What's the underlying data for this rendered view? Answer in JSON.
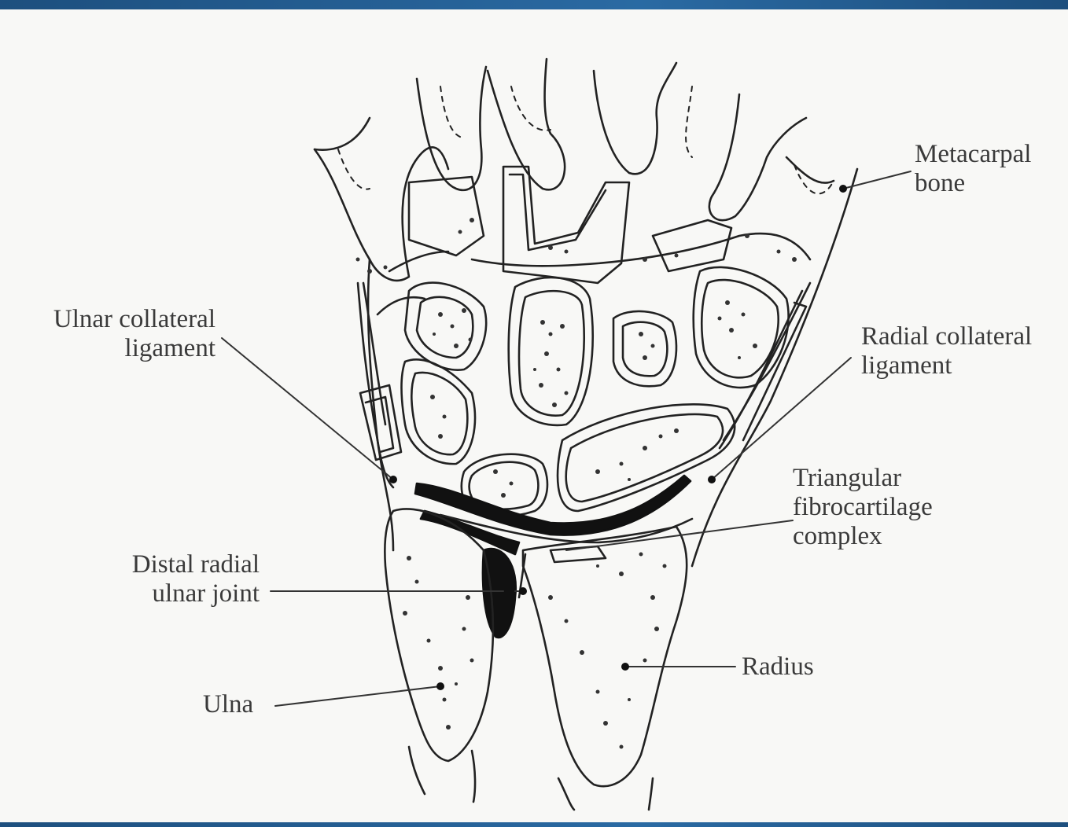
{
  "labels": {
    "metacarpal": "Metacarpal\nbone",
    "ulnar_collateral": "Ulnar collateral\nligament",
    "radial_collateral": "Radial collateral\nligament",
    "triangular": "Triangular\nfibrocartilage\ncomplex",
    "distal_radial": "Distal radial\nulnar joint",
    "radius": "Radius",
    "ulna": "Ulna"
  },
  "colors": {
    "frame_bar": "#2a6aa3",
    "ink": "#222222",
    "label_text": "#3a3a3a"
  }
}
